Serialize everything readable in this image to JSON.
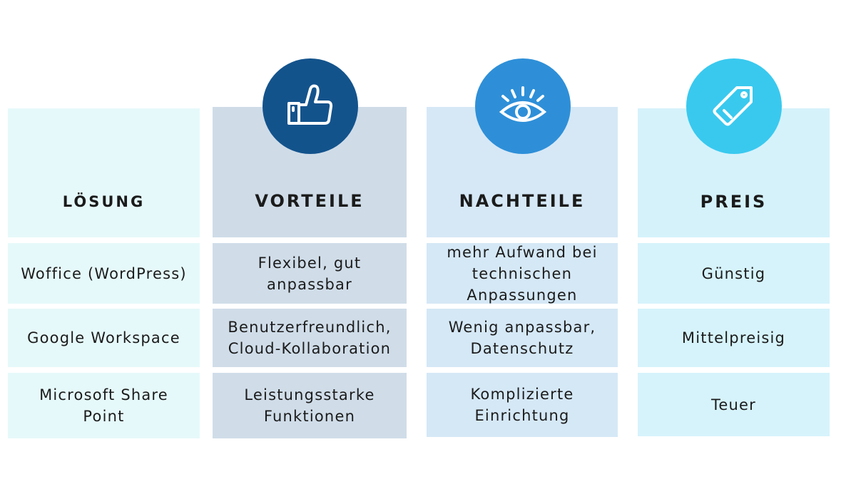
{
  "colors": {
    "vorteile_icon_bg": "#13538c",
    "nachteile_icon_bg": "#2e8fd8",
    "preis_icon_bg": "#39c9ef"
  },
  "icons": {
    "vorteile": "thumbs-up-icon",
    "nachteile": "eye-icon",
    "preis": "price-tag-icon"
  },
  "table": {
    "headers": [
      "LÖSUNG",
      "VORTEILE",
      "NACHTEILE",
      "PREIS"
    ],
    "rows": [
      [
        "Woffice (WordPress)",
        "Flexibel, gut\nanpassbar",
        "mehr Aufwand bei\ntechnischen\nAnpassungen",
        "Günstig"
      ],
      [
        "Google Workspace",
        "Benutzerfreundlich,\nCloud-Kollaboration",
        "Wenig anpassbar,\nDatenschutz",
        "Mittelpreisig"
      ],
      [
        "Microsoft Share\nPoint",
        "Leistungsstarke\nFunktionen",
        "Komplizierte\nEinrichtung",
        "Teuer"
      ]
    ]
  }
}
